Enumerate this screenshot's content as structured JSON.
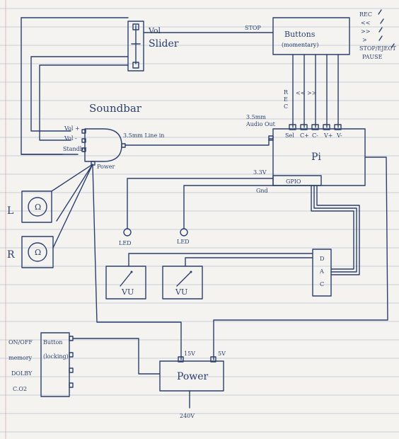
{
  "diagram": {
    "title": "Soundbar",
    "volume_slider": {
      "label_line1": "Vol",
      "label_line2": "Slider"
    },
    "buttons_box": {
      "title": "Buttons",
      "subtitle": "(momentary)"
    },
    "button_legend": [
      "REC",
      "<<",
      ">>",
      ">",
      "STOP/EJECT",
      "PAUSE"
    ],
    "stop_label": "STOP",
    "rec_letters": [
      "R",
      "E",
      "C"
    ],
    "bus_labels": [
      "<<",
      ">>"
    ],
    "amp_inputs": [
      "Vol +",
      "Vol -",
      "Standby"
    ],
    "amp_power": "Power",
    "line_in": "3.5mm Line in",
    "audio_out": [
      "3.5mm",
      "Audio Out"
    ],
    "pi": {
      "label": "Pi",
      "pins": [
        "Sel",
        "C+",
        "C-",
        "V+",
        "V-"
      ],
      "gpio": "GPIO",
      "v33": "3.3V",
      "gnd": "Gnd"
    },
    "speakers": [
      "L",
      "R"
    ],
    "leds": [
      "LED",
      "LED"
    ],
    "vu_meters": [
      "VU",
      "VU"
    ],
    "dac": [
      "D",
      "A",
      "C"
    ],
    "switch_labels": [
      "ON/OFF",
      "memory",
      "DOLBY",
      "C.O2"
    ],
    "switch_box": {
      "line1": "Button",
      "line2": "(locking)"
    },
    "power": {
      "label": "Power",
      "v15": "15V",
      "v5": "5V",
      "mains": "240V"
    }
  },
  "colors": {
    "ink": "#2b3f6e",
    "paper": "#f4f3ef",
    "rule": "#c9cfd8"
  }
}
